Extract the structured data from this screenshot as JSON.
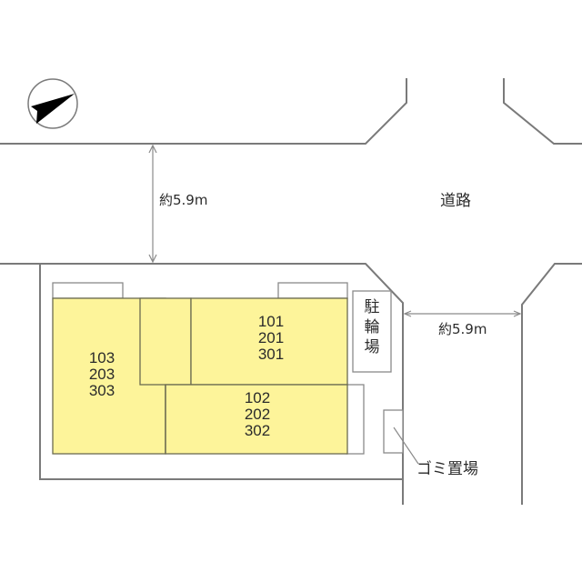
{
  "plan": {
    "road_label": "道路",
    "road_width_top": "約5.9m",
    "road_width_right": "約5.9m",
    "bicycle_parking": [
      "駐",
      "輪",
      "場"
    ],
    "garbage_area": "ゴミ置場",
    "north_arrow": "north-arrow-icon"
  },
  "units": {
    "west": [
      "103",
      "203",
      "303"
    ],
    "northeast": [
      "101",
      "201",
      "301"
    ],
    "southeast": [
      "102",
      "202",
      "302"
    ]
  },
  "colors": {
    "building_fill": "#fdf49a",
    "line": "#7a7a7a",
    "text": "#2b2b2b"
  }
}
